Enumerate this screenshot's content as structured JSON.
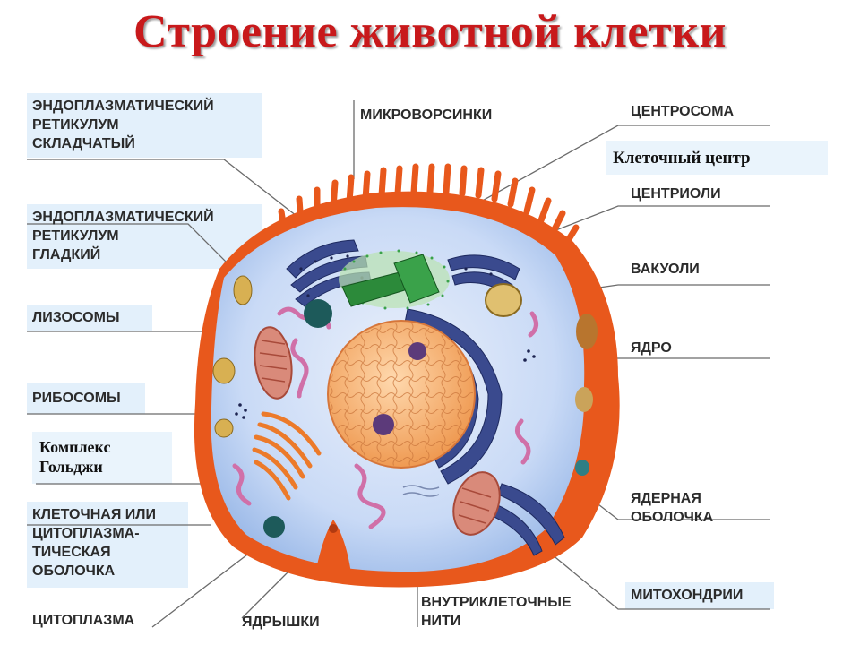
{
  "title": "Строение животной клетки",
  "labels": {
    "er_rough": "ЭНДОПЛАЗМАТИЧЕСКИЙ\nРЕТИКУЛУМ\nСКЛАДЧАТЫЙ",
    "er_smooth": "ЭНДОПЛАЗМАТИЧЕСКИЙ\nРЕТИКУЛУМ\nГЛАДКИЙ",
    "lysosomes": "ЛИЗОСОМЫ",
    "ribosomes": "РИБОСОМЫ",
    "golgi": "Комплекс\nГольджи",
    "membrane": "КЛЕТОЧНАЯ ИЛИ\nЦИТОПЛАЗМА-\nТИЧЕСКАЯ\nОБОЛОЧКА",
    "cytoplasm": "ЦИТОПЛАЗМА",
    "microvilli": "МИКРОВОРСИНКИ",
    "centrosome": "ЦЕНТРОСОМА",
    "cell_center": "Клеточный центр",
    "centrioles": "ЦЕНТРИОЛИ",
    "vacuoles": "ВАКУОЛИ",
    "nucleus": "ЯДРО",
    "nuclear_envelope": "ЯДЕРНАЯ\nОБОЛОЧКА",
    "mitochondria": "МИТОХОНДРИИ",
    "filaments": "ВНУТРИКЛЕТОЧНЫЕ\nНИТИ",
    "nucleoli": "ЯДРЫШКИ"
  },
  "colors": {
    "title": "#c8191b",
    "membrane": "#e8581c",
    "cytoplasm": "#c9daf6",
    "nucleus": "#f2a35e",
    "er": "#3a4a8e",
    "golgi": "#ec7a2a",
    "centriole": "#2c8a3a",
    "mito": "#d98a7a",
    "lysosome": "#d070a8"
  }
}
